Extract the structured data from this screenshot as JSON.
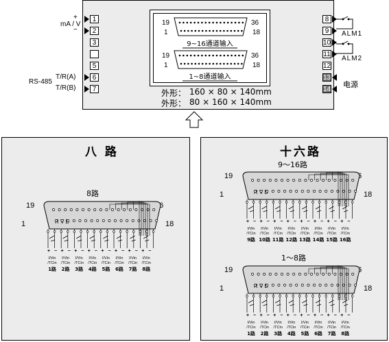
{
  "device": {
    "left_terminals": [
      "1",
      "2",
      "3",
      "",
      "5",
      "6",
      "7"
    ],
    "right_terminals": [
      "8",
      "9",
      "10",
      "11",
      "12",
      "13",
      "14"
    ],
    "ma_v_label": "mA / V",
    "plus": "+",
    "minus": "−",
    "rs485_label": "RS-485",
    "tr_a_label": "T/R(A)",
    "tr_b_label": "T/R(B)",
    "alm1_label": "ALM1",
    "alm2_label": "ALM2",
    "power_label": "电源",
    "dim1_label": "外形：",
    "dim1_value": "160 × 80 × 140mm",
    "dim2_label": "外形：",
    "dim2_value": "80 × 160 × 140mm"
  },
  "connector_panel": {
    "upper": {
      "left_top": "19",
      "left_bottom": "1",
      "right_top": "36",
      "right_bottom": "18",
      "caption": "9~16通道输入"
    },
    "lower": {
      "left_top": "19",
      "left_bottom": "1",
      "right_top": "36",
      "right_bottom": "18",
      "caption": "1~8通道输入"
    }
  },
  "eight_way": {
    "title": "八  路",
    "connector_label": "8路",
    "pin_left_top": "19",
    "pin_left_bottom": "1",
    "pin_right_top": "36",
    "pin_right_bottom": "18",
    "rvb": "R V B",
    "channel_line1": "I/Vin",
    "channel_line2": "/TCin",
    "channels": [
      "1路",
      "2路",
      "3路",
      "4路",
      "5路",
      "6路",
      "7路",
      "8路"
    ]
  },
  "sixteen_way": {
    "title": "十六路",
    "upper_label": "9～16路",
    "lower_label": "1～8路",
    "pin_left_top": "19",
    "pin_left_bottom": "1",
    "pin_right_top": "36",
    "pin_right_bottom": "18",
    "rvb": "R V B",
    "channel_line1": "I/Vin",
    "channel_line2": "/TCin",
    "upper_channels": [
      "9路",
      "10路",
      "11路",
      "12路",
      "13路",
      "14路",
      "15路",
      "16路"
    ],
    "lower_channels": [
      "1路",
      "2路",
      "3路",
      "4路",
      "5路",
      "6路",
      "7路",
      "8路"
    ]
  }
}
